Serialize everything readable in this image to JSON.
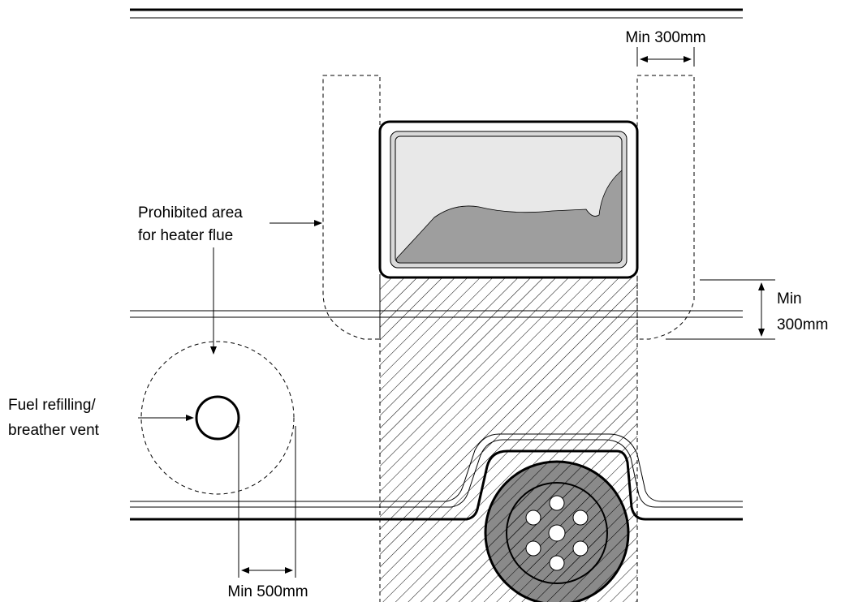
{
  "labels": {
    "prohibited_area_line1": "Prohibited area",
    "prohibited_area_line2": "for heater flue",
    "fuel_vent_line1": "Fuel refilling/",
    "fuel_vent_line2": "breather vent",
    "min_300mm_top": "Min 300mm",
    "min_300mm_right_line1": "Min",
    "min_300mm_right_line2": "300mm",
    "min_500mm": "Min 500mm"
  }
}
